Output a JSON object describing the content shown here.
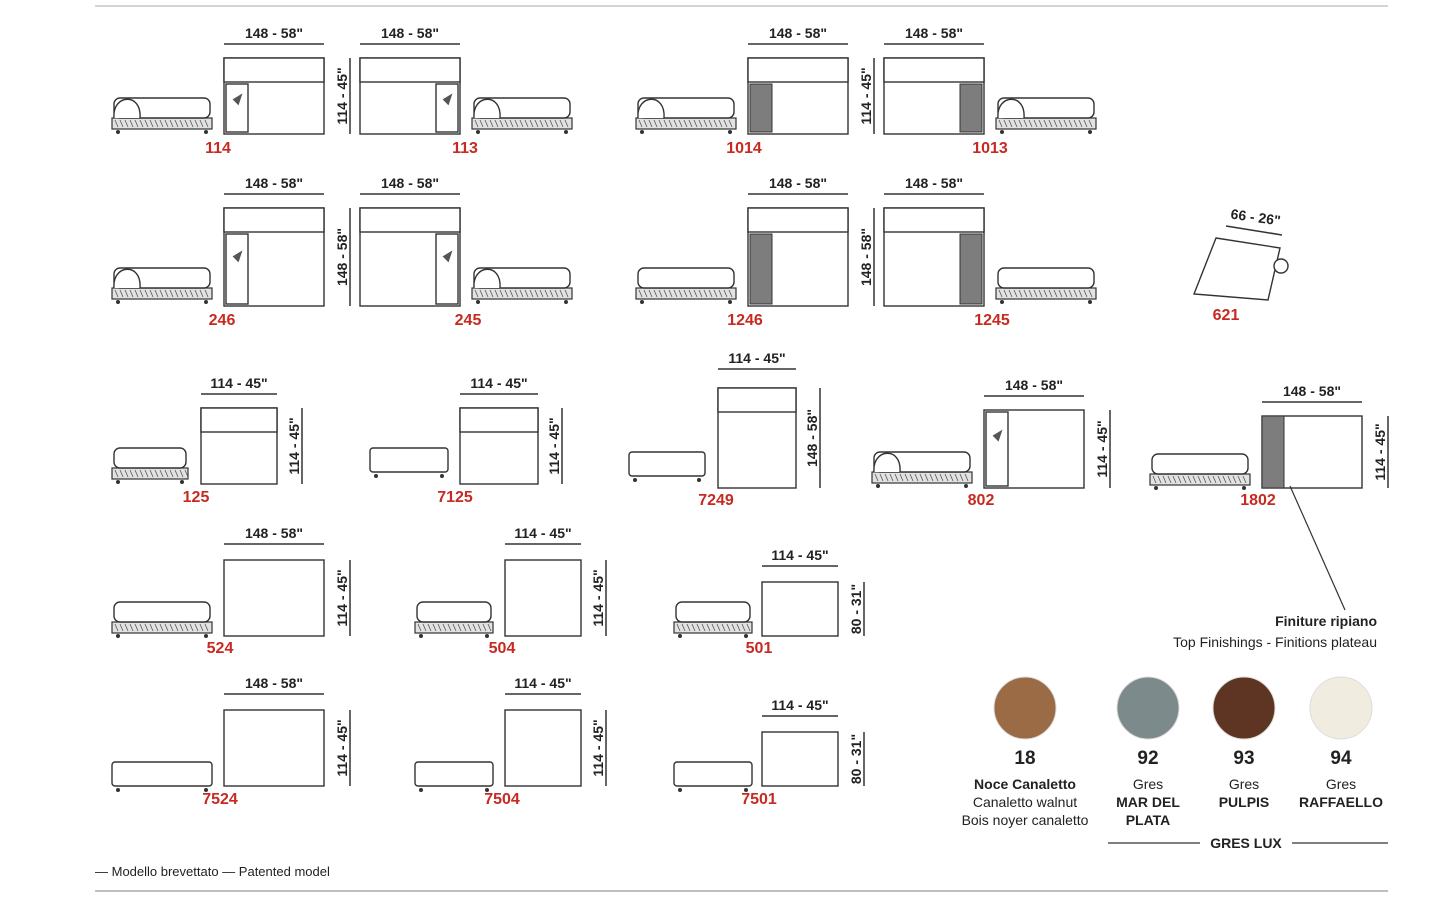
{
  "modules": [
    {
      "id": "m114",
      "code": "114",
      "w": "148 - 58\"",
      "d": "114 - 45\""
    },
    {
      "id": "m113",
      "code": "113",
      "w": "148 - 58\""
    },
    {
      "id": "m1014",
      "code": "1014",
      "w": "148 - 58\"",
      "d": "114 - 45\""
    },
    {
      "id": "m1013",
      "code": "1013",
      "w": "148 - 58\""
    },
    {
      "id": "m246",
      "code": "246",
      "w": "148 - 58\"",
      "d": "148 - 58\""
    },
    {
      "id": "m245",
      "code": "245",
      "w": "148 - 58\""
    },
    {
      "id": "m1246",
      "code": "1246",
      "w": "148 - 58\"",
      "d": "148 - 58\""
    },
    {
      "id": "m1245",
      "code": "1245",
      "w": "148 - 58\""
    },
    {
      "id": "m621",
      "code": "621",
      "w": "66 - 26\""
    },
    {
      "id": "m125",
      "code": "125",
      "w": "114 - 45\"",
      "d": "114 - 45\""
    },
    {
      "id": "m7125",
      "code": "7125",
      "w": "114 - 45\"",
      "d": "114 - 45\""
    },
    {
      "id": "m7249",
      "code": "7249",
      "w": "114 - 45\"",
      "d": "148 - 58\""
    },
    {
      "id": "m802",
      "code": "802",
      "w": "148 - 58\"",
      "d": "114 - 45\""
    },
    {
      "id": "m1802",
      "code": "1802",
      "w": "148 - 58\"",
      "d": "114 - 45\""
    },
    {
      "id": "m524",
      "code": "524",
      "w": "148 - 58\"",
      "d": "114 - 45\""
    },
    {
      "id": "m504",
      "code": "504",
      "w": "114 - 45\"",
      "d": "114 - 45\""
    },
    {
      "id": "m501",
      "code": "501",
      "w": "114 - 45\"",
      "d": "80 - 31\""
    },
    {
      "id": "m7524",
      "code": "7524",
      "w": "148 - 58\"",
      "d": "114 - 45\""
    },
    {
      "id": "m7504",
      "code": "7504",
      "w": "114 - 45\"",
      "d": "114 - 45\""
    },
    {
      "id": "m7501",
      "code": "7501",
      "w": "114 - 45\"",
      "d": "80 - 31\""
    }
  ],
  "finishings": {
    "title": "Finiture ripiano",
    "subtitle": "Top Finishings - Finitions plateau",
    "swatches": [
      {
        "num": "18",
        "color": "#9b6b45",
        "lines": [
          "Noce Canaletto",
          "Canaletto walnut",
          "Bois noyer canaletto"
        ]
      },
      {
        "num": "92",
        "color": "#7d8a8c",
        "lines": [
          "Gres",
          "MAR DEL",
          "PLATA"
        ]
      },
      {
        "num": "93",
        "color": "#5e3522",
        "lines": [
          "Gres",
          "PULPIS"
        ]
      },
      {
        "num": "94",
        "color": "#f1ece0",
        "lines": [
          "Gres",
          "RAFFAELLO"
        ]
      }
    ],
    "group_label": "GRES LUX"
  },
  "footnote": "— Modello brevettato — Patented model"
}
